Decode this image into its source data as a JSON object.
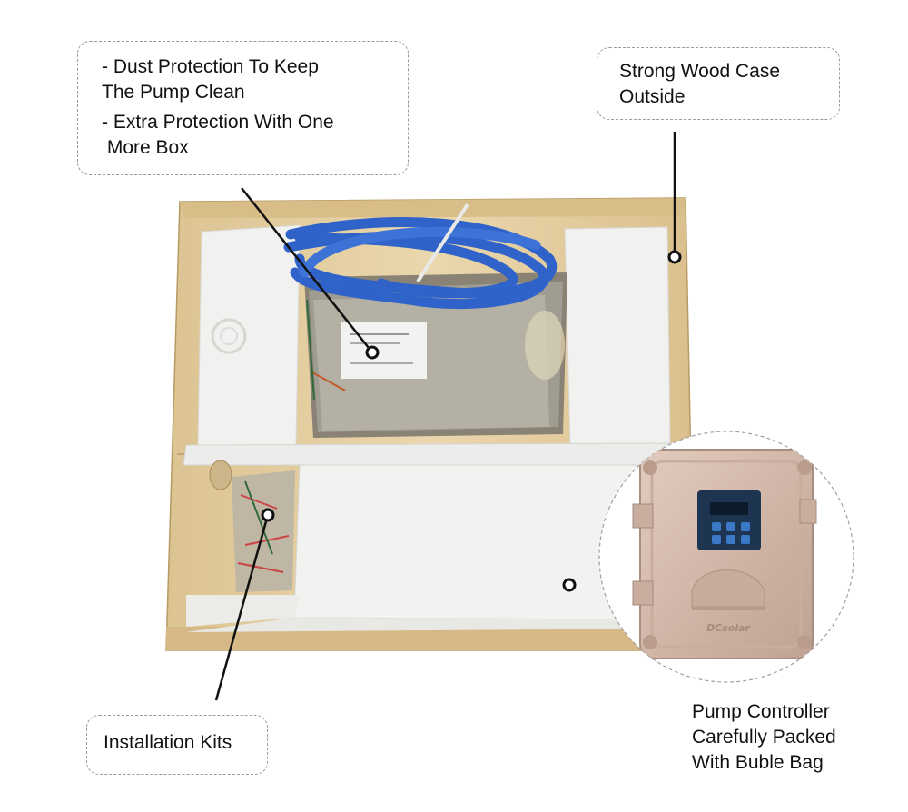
{
  "callouts": {
    "dust": {
      "line1": "- Dust Protection To Keep",
      "line2": "The Pump Clean",
      "line3": "- Extra Protection With One",
      "line4": " More Box"
    },
    "wood": {
      "line1": "Strong Wood Case",
      "line2": "Outside"
    },
    "kits": {
      "line1": "Installation Kits"
    },
    "controller": {
      "line1": "Pump Controller",
      "line2": "Carefully Packed",
      "line3": "With Buble Bag"
    }
  },
  "controller_brand": "DCsolar",
  "colors": {
    "wood": "#e7d2a6",
    "foam": "#f1f1ef",
    "hose": "#2f63c9",
    "controller_body": "#d3b8aa",
    "keypad": "#1d3550"
  }
}
